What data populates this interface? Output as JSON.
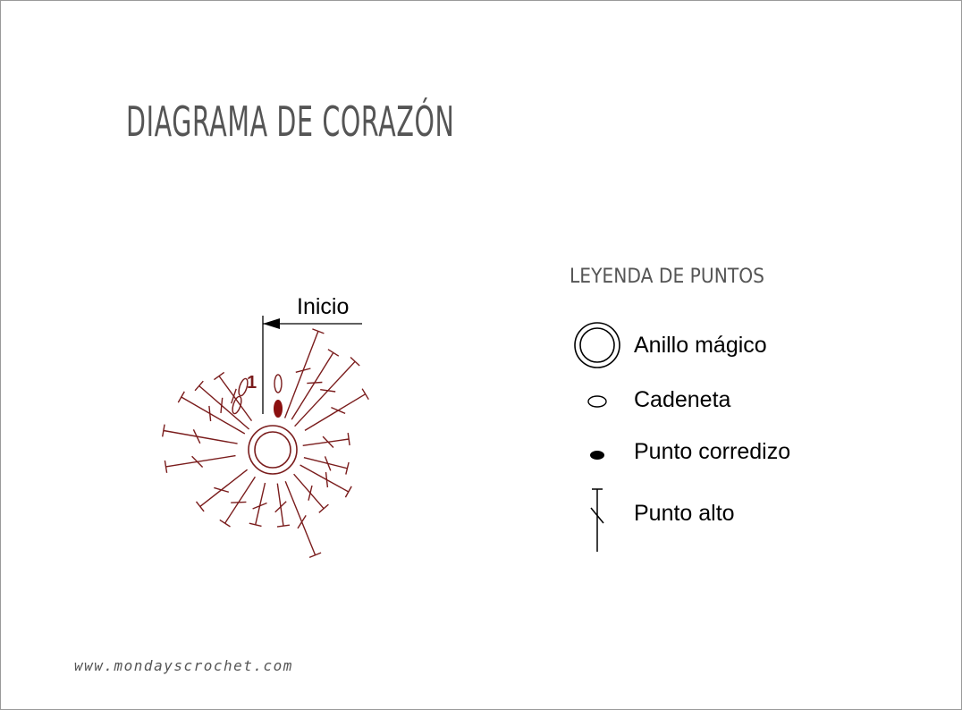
{
  "title": "DIAGRAMA DE CORAZÓN",
  "diagram": {
    "start_label": "Inicio",
    "round_number": "1"
  },
  "legend": {
    "title": "LEYENDA DE PUNTOS",
    "items": [
      {
        "label": "Anillo mágico",
        "icon": "magic-ring-icon"
      },
      {
        "label": "Cadeneta",
        "icon": "chain-stitch-icon"
      },
      {
        "label": "Punto corredizo",
        "icon": "slip-stitch-icon"
      },
      {
        "label": "Punto alto",
        "icon": "double-crochet-icon"
      }
    ]
  },
  "footer": {
    "url": "www.mondayscrochet.com"
  },
  "colors": {
    "stitch": "#7a1c1c",
    "slip_fill": "#8b1010",
    "text": "#555555",
    "ink": "#000000",
    "border": "#9a9a9a"
  }
}
